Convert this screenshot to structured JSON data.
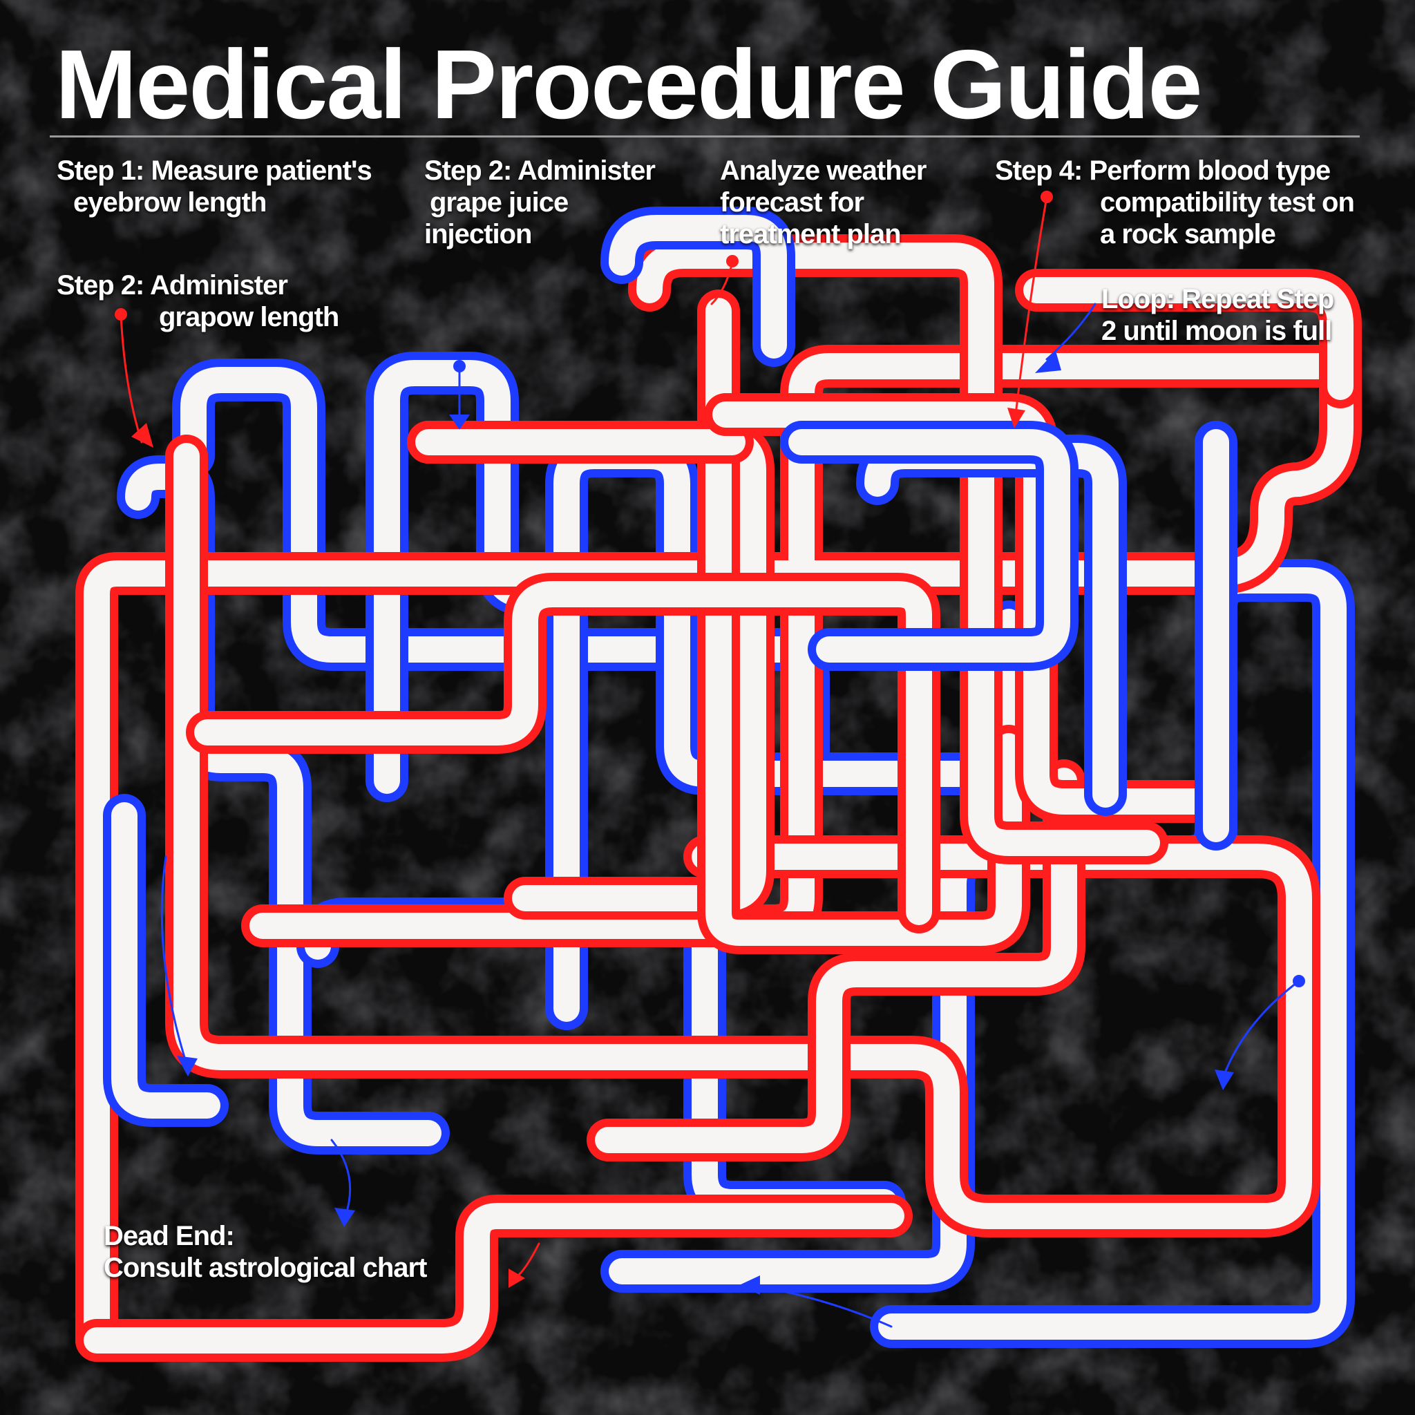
{
  "title": "Medical Procedure Guide",
  "colors": {
    "background": "#0b0b0c",
    "red": "#ff1e1e",
    "blue": "#1e3cff",
    "pipe_fill": "#f7f4f4",
    "text": "#ffffff"
  },
  "labels": {
    "step1": {
      "line1": "Step 1: Measure patient's",
      "line2": "eyebrow length"
    },
    "step2a": {
      "line1": "Step 2: Administer",
      "line2": "grapow length"
    },
    "step2b": {
      "line1": "Step 2: Administer",
      "line2": "grape juice",
      "line3": "injection"
    },
    "weather": {
      "line1": "Analyze weather",
      "line2": "forecast for",
      "line3": "treatment plan"
    },
    "step4": {
      "line1": "Step 4: Perform blood type",
      "line2": "compatibility test on",
      "line3": "a rock sample"
    },
    "loop": {
      "line1": "Loop: Repeat Step",
      "line2": "2 until moon is full"
    },
    "dead_end": {
      "line1": "Dead End:",
      "line2": "Consult astrological chart"
    }
  }
}
